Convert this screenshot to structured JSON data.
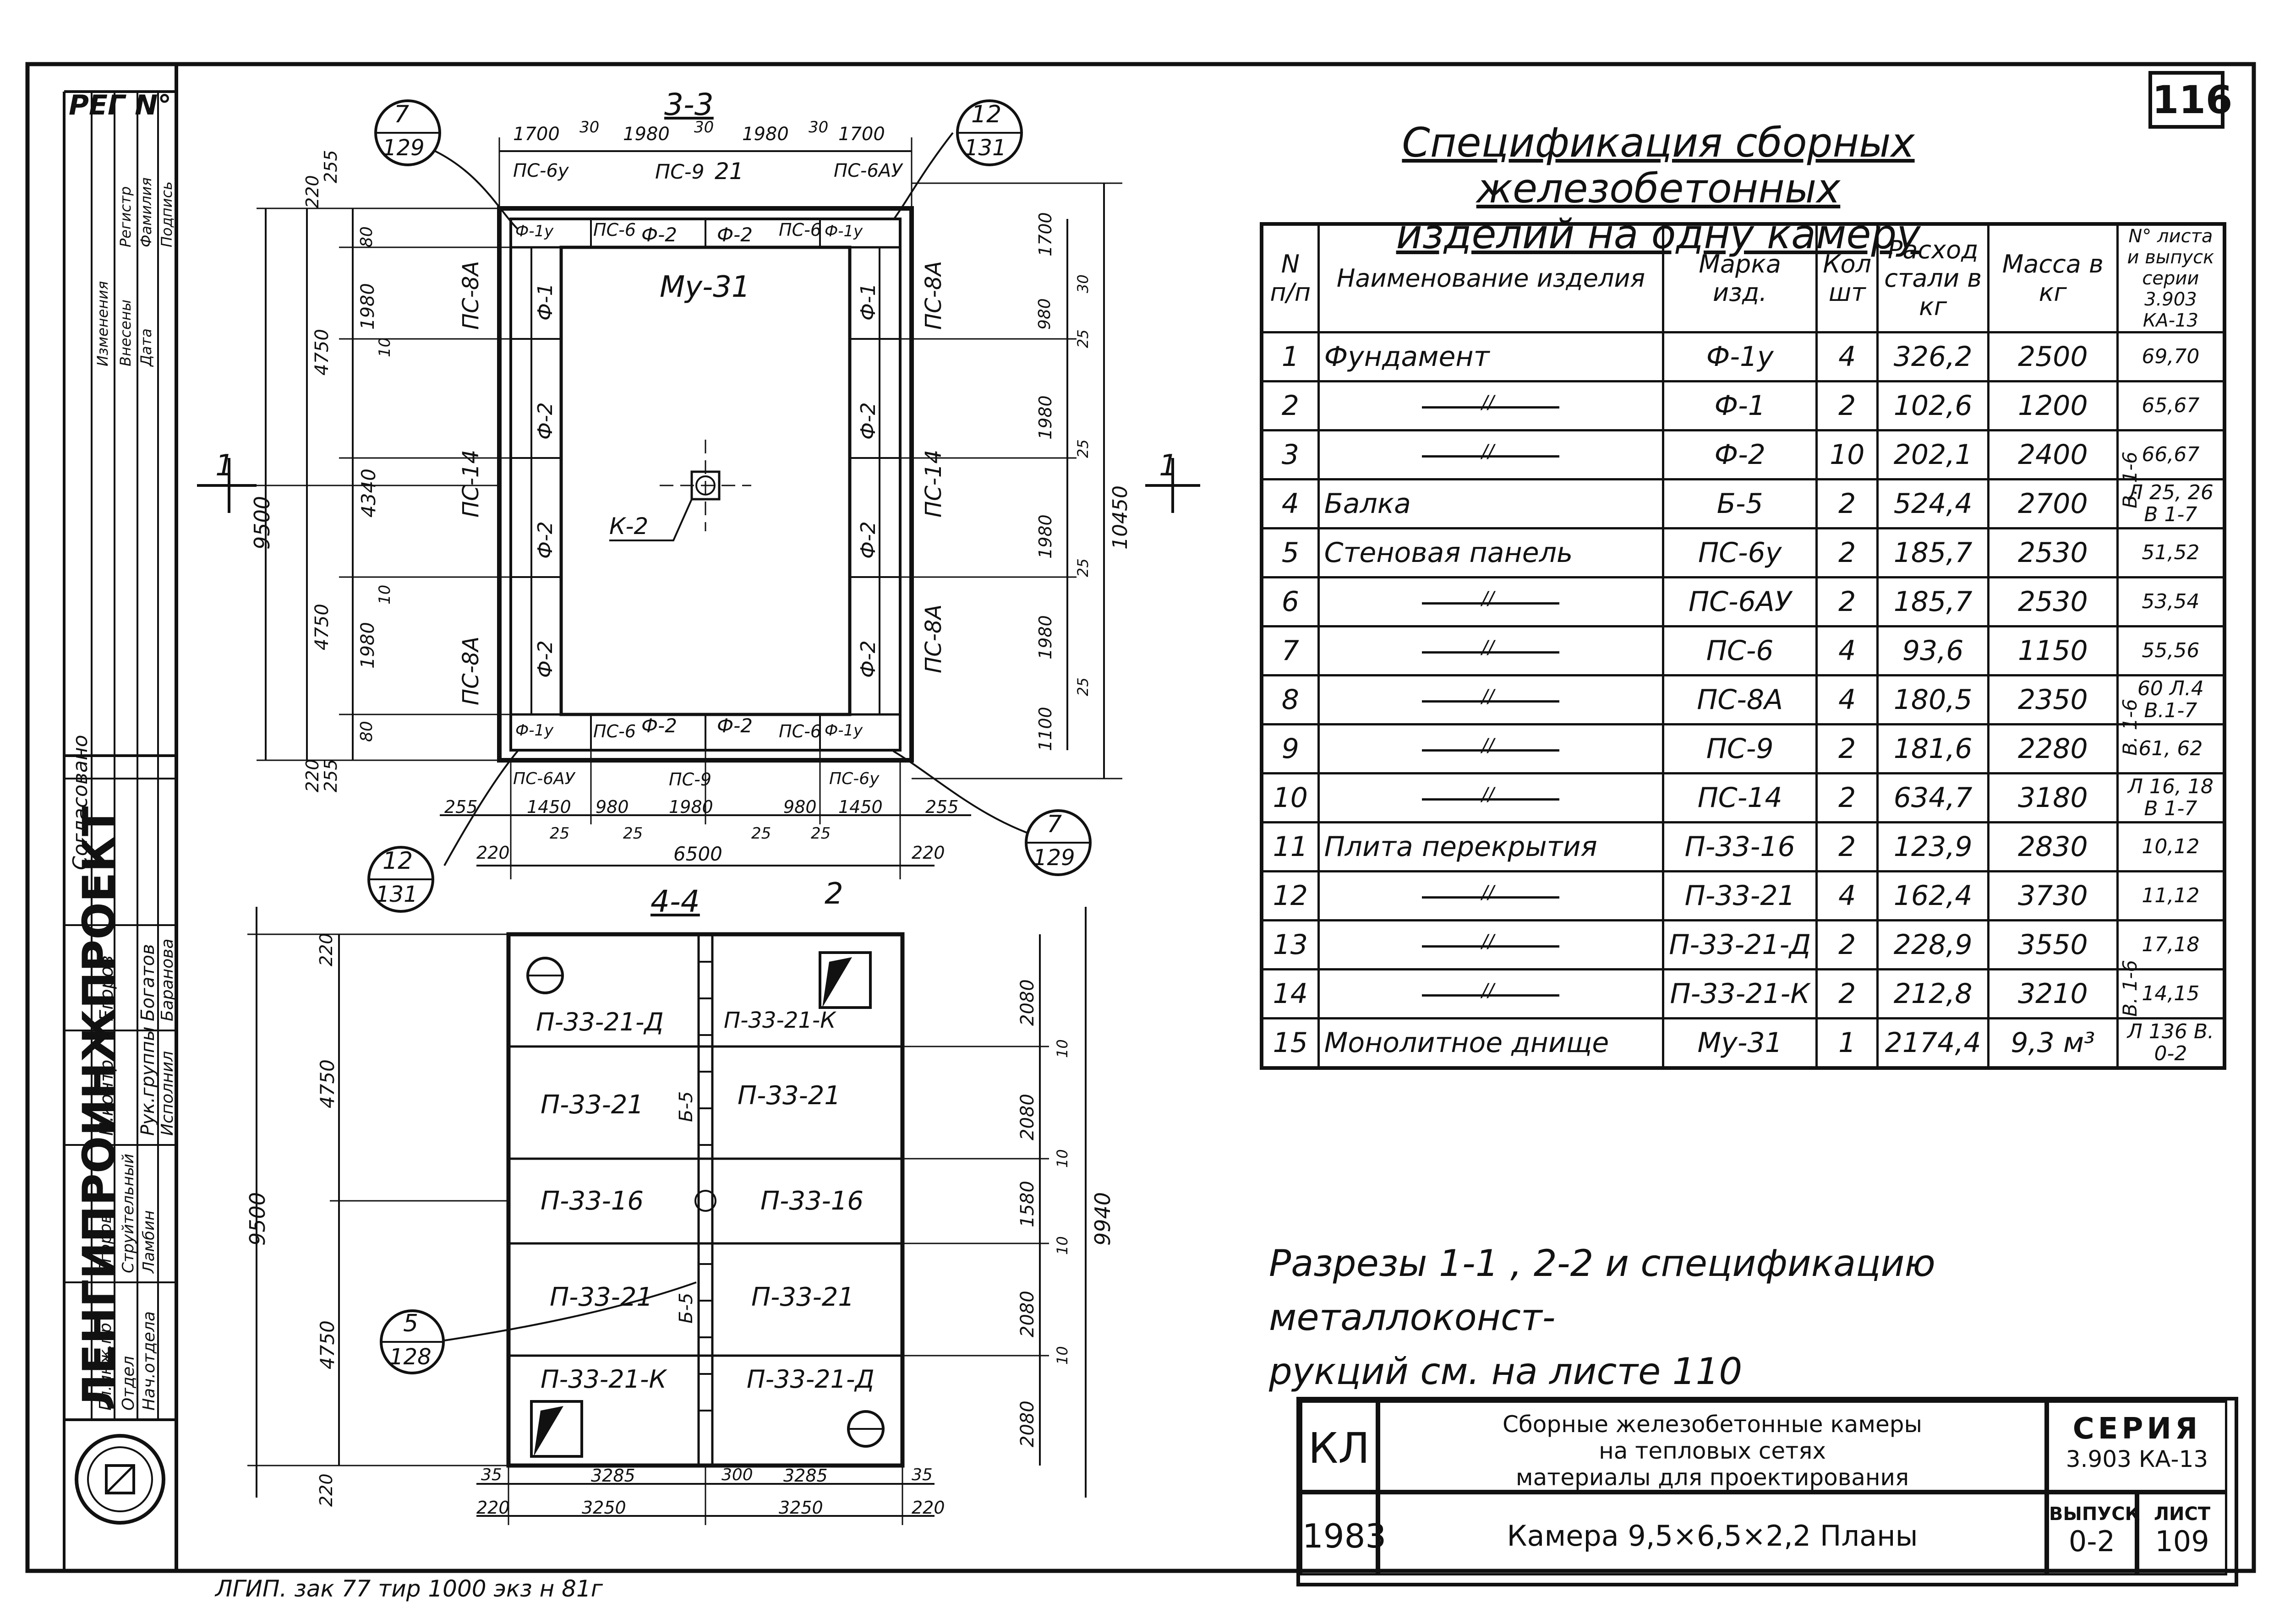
{
  "page_number": "116",
  "reg_label": "РЕГ N°",
  "spec_title_line1": "Спецификация сборных железобетонных",
  "spec_title_line2": "изделий на одну камеру",
  "spec_headers": [
    "N п/п",
    "Наименование изделия",
    "Марка изд.",
    "Кол шт",
    "Расход стали в кг",
    "Масса в кг",
    "N° листа и выпуск серии 3.903 КА-13"
  ],
  "spec_rows": [
    {
      "n": "1",
      "name": "Фундамент",
      "mark": "Ф-1у",
      "qty": "4",
      "steel": "326,2",
      "mass": "2500",
      "sheet": "69,70"
    },
    {
      "n": "2",
      "name": "",
      "mark": "Ф-1",
      "qty": "2",
      "steel": "102,6",
      "mass": "1200",
      "sheet": "65,67"
    },
    {
      "n": "3",
      "name": "",
      "mark": "Ф-2",
      "qty": "10",
      "steel": "202,1",
      "mass": "2400",
      "sheet": "66,67"
    },
    {
      "n": "4",
      "name": "Балка",
      "mark": "Б-5",
      "qty": "2",
      "steel": "524,4",
      "mass": "2700",
      "sheet": "Л 25, 26 В 1-7"
    },
    {
      "n": "5",
      "name": "Стеновая панель",
      "mark": "ПС-6у",
      "qty": "2",
      "steel": "185,7",
      "mass": "2530",
      "sheet": "51,52"
    },
    {
      "n": "6",
      "name": "",
      "mark": "ПС-6АУ",
      "qty": "2",
      "steel": "185,7",
      "mass": "2530",
      "sheet": "53,54"
    },
    {
      "n": "7",
      "name": "",
      "mark": "ПС-6",
      "qty": "4",
      "steel": "93,6",
      "mass": "1150",
      "sheet": "55,56"
    },
    {
      "n": "8",
      "name": "",
      "mark": "ПС-8А",
      "qty": "4",
      "steel": "180,5",
      "mass": "2350",
      "sheet": "60 Л.4 В.1-7"
    },
    {
      "n": "9",
      "name": "",
      "mark": "ПС-9",
      "qty": "2",
      "steel": "181,6",
      "mass": "2280",
      "sheet": "61, 62"
    },
    {
      "n": "10",
      "name": "",
      "mark": "ПС-14",
      "qty": "2",
      "steel": "634,7",
      "mass": "3180",
      "sheet": "Л 16, 18 В 1-7"
    },
    {
      "n": "11",
      "name": "Плита перекрытия",
      "mark": "П-33-16",
      "qty": "2",
      "steel": "123,9",
      "mass": "2830",
      "sheet": "10,12"
    },
    {
      "n": "12",
      "name": "",
      "mark": "П-33-21",
      "qty": "4",
      "steel": "162,4",
      "mass": "3730",
      "sheet": "11,12"
    },
    {
      "n": "13",
      "name": "",
      "mark": "П-33-21-Д",
      "qty": "2",
      "steel": "228,9",
      "mass": "3550",
      "sheet": "17,18"
    },
    {
      "n": "14",
      "name": "",
      "mark": "П-33-21-К",
      "qty": "2",
      "steel": "212,8",
      "mass": "3210",
      "sheet": "14,15"
    },
    {
      "n": "15",
      "name": "Монолитное днище",
      "mark": "Му-31",
      "qty": "1",
      "steel": "2174,4",
      "mass": "9,3 м³",
      "sheet": "Л 136 В. 0-2"
    }
  ],
  "vol_marks": [
    "В. 1-6",
    "В. 1-6",
    "В. 1-6"
  ],
  "note_line1": "Разрезы 1-1 , 2-2 и спецификацию металлоконст-",
  "note_line2": "рукций см. на листе 110",
  "stamp": {
    "kl": "КЛ",
    "year": "1983",
    "title_line1": "Сборные железобетонные камеры",
    "title_line2": "на тепловых сетях",
    "title_line3": "материалы для проектирования",
    "seria_label": "СЕРИЯ",
    "seria_value": "3.903 КА-13",
    "sheet_title": "Камера 9,5×6,5×2,2 Планы",
    "vypusk_label": "ВЫПУСК",
    "vypusk_value": "0-2",
    "list_label": "ЛИСТ",
    "list_value": "109"
  },
  "bottom_note": "ЛГИП. зак 77 тир 1000 экз н 81г",
  "sidebar": {
    "org": "ЛЕНГИПРОИНЖПРОЕКТ",
    "approved": "Согласовано",
    "roles": [
      "Н.контр",
      "Рук.группы",
      "Исполнил",
      "Проверил",
      "Гл.инж.пр",
      "Отдел",
      "Нач.отдела"
    ],
    "names": [
      "Егоров",
      "Богатов",
      "Баранова",
      "Михайлов",
      "Егоров",
      "Струйтельный",
      "Ламбин"
    ],
    "rev_heads": [
      "Изменения",
      "Внесены",
      "Дата",
      "Регистр",
      "Фамилия",
      "Подпись"
    ]
  },
  "plan_top": {
    "section_label": "3-3",
    "center_label": "Му-31",
    "pit_label": "К-2",
    "callouts": [
      {
        "num": "7",
        "den": "129"
      },
      {
        "num": "12",
        "den": "131"
      },
      {
        "num": "12",
        "den": "131"
      },
      {
        "num": "7",
        "den": "129"
      }
    ],
    "top_dims": [
      "1700",
      "30",
      "1980",
      "30",
      "1980",
      "30",
      "1700"
    ],
    "top_panels": [
      "ПС-6у",
      "ПС-9",
      "21",
      "ПС-6АУ"
    ],
    "inner_top": [
      "Ф-1у",
      "ПС-6",
      "Ф-2",
      "Ф-2",
      "ПС-6",
      "Ф-1у"
    ],
    "inner_bottom": [
      "Ф-1у",
      "ПС-6",
      "Ф-2",
      "Ф-2",
      "ПС-6",
      "Ф-1у"
    ],
    "left_panels": [
      "ПС-8А",
      "ПС-14",
      "ПС-8А"
    ],
    "right_panels": [
      "ПС-8А",
      "ПС-14",
      "ПС-8А"
    ],
    "left_found": [
      "Ф-1",
      "Ф-2",
      "Ф-2",
      "Ф-2"
    ],
    "right_found": [
      "Ф-1",
      "Ф-2",
      "Ф-2",
      "Ф-2"
    ],
    "left_dims": [
      "220",
      "255",
      "80",
      "1980",
      "10",
      "4340",
      "10",
      "1980",
      "80",
      "255",
      "220"
    ],
    "left_outer": [
      "4750",
      "4750"
    ],
    "overall_left": "9500",
    "right_dims": [
      "1700",
      "30",
      "980",
      "25",
      "1980",
      "25",
      "1980",
      "25",
      "1980",
      "25",
      "1100"
    ],
    "overall_right": "10450",
    "bottom_panels": [
      "ПС-6АУ",
      "ПС-9",
      "ПС-6у"
    ],
    "bottom_dims": [
      "255",
      "1450",
      "980",
      "1980",
      "980",
      "1450",
      "255"
    ],
    "bottom_small": [
      "25",
      "25",
      "25",
      "25"
    ],
    "bottom_total": "6500",
    "bottom_edge": [
      "220",
      "220"
    ],
    "section_mark_1": "1",
    "section_mark_2": "2"
  },
  "plan_bottom": {
    "section_label": "4-4",
    "slabs_left": [
      "П-33-21-Д",
      "П-33-21",
      "П-33-16",
      "П-33-21",
      "П-33-21-К"
    ],
    "slabs_right": [
      "П-33-21-К",
      "П-33-21",
      "П-33-16",
      "П-33-21",
      "П-33-21-Д"
    ],
    "beam_label": "Б-5",
    "callout": {
      "num": "5",
      "den": "128"
    },
    "left_dims": [
      "220",
      "4750",
      "9500",
      "4750",
      "220"
    ],
    "right_dims": [
      "2080",
      "10",
      "2080",
      "10",
      "1580",
      "10",
      "2080",
      "10",
      "2080"
    ],
    "overall_right": "9940",
    "bottom_dims": [
      "35",
      "3285",
      "300",
      "3285",
      "35"
    ],
    "bottom_dims2": [
      "220",
      "3250",
      "3250",
      "220"
    ]
  }
}
